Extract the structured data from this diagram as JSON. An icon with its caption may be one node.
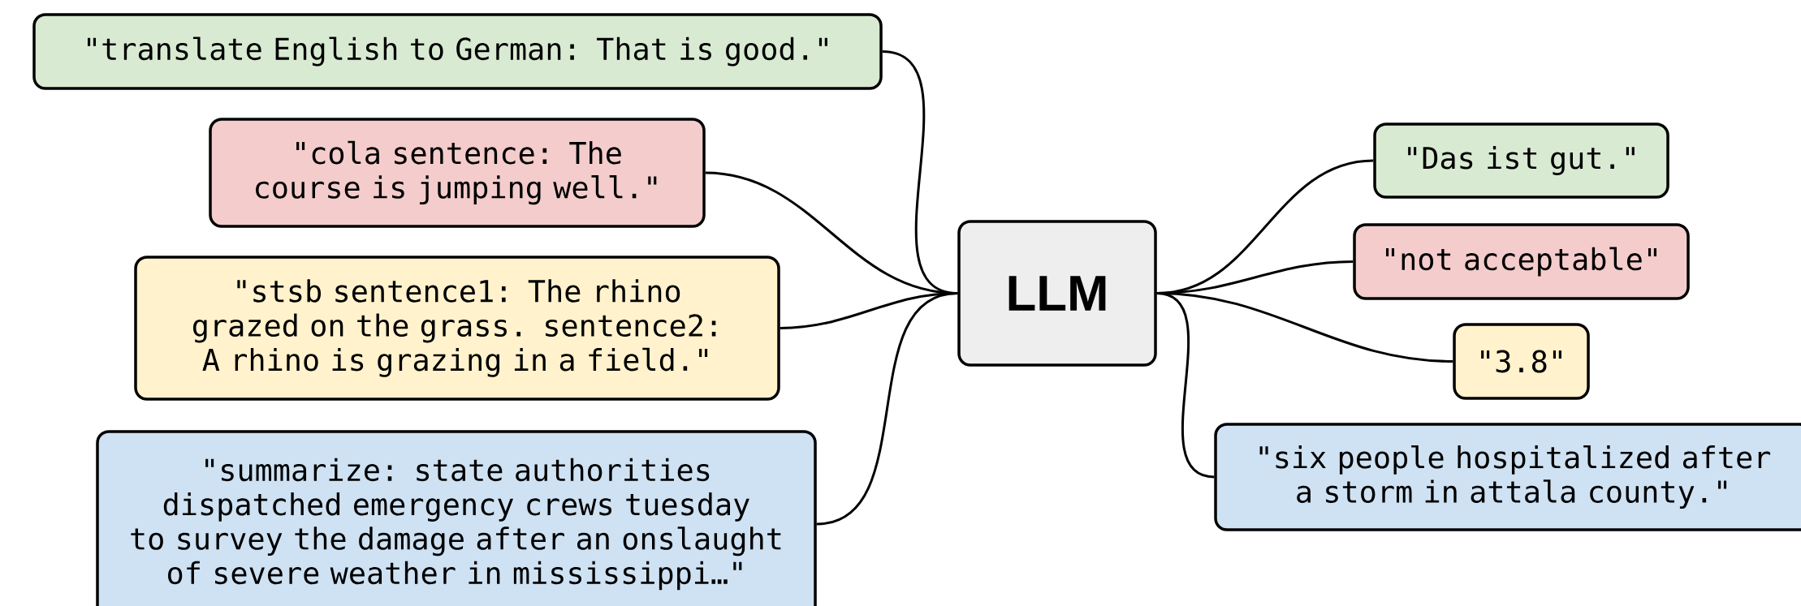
{
  "diagram": {
    "nodes": [
      {
        "text": [
          "\"translate English to German: That is good.\""
        ]
      },
      {
        "text": [
          "\"cola sentence: The course is jumping well.\""
        ]
      },
      {
        "text": [
          "\"stsb sentence1: The rhino grazed on the grass. sentence2: A rhino is grazing in a field.\""
        ]
      },
      {
        "text": [
          "\"summarize: state authorities dispatched emergency crews tuesday to survey the damage after an onslaught of severe weather in mississippi…\""
        ]
      },
      {
        "text": [
          "LLM"
        ]
      },
      {
        "text": [
          "\"Das ist gut.\""
        ]
      },
      {
        "text": [
          "\"not acceptable\""
        ]
      },
      {
        "text": [
          "\"3.8\""
        ]
      },
      {
        "text": [
          "\"six people hospitalized after a storm in attala county.\""
        ]
      }
    ],
    "edges": [
      {
        "from": 0,
        "to": 4,
        "arrow": "none"
      },
      {
        "from": 1,
        "to": 4,
        "arrow": "none"
      },
      {
        "from": 2,
        "to": 4,
        "arrow": "none"
      },
      {
        "from": 3,
        "to": 4,
        "arrow": "none"
      },
      {
        "from": 4,
        "to": 5,
        "arrow": "none"
      },
      {
        "from": 4,
        "to": 6,
        "arrow": "none"
      },
      {
        "from": 4,
        "to": 7,
        "arrow": "none"
      },
      {
        "from": 4,
        "to": 8,
        "arrow": "none"
      }
    ]
  }
}
